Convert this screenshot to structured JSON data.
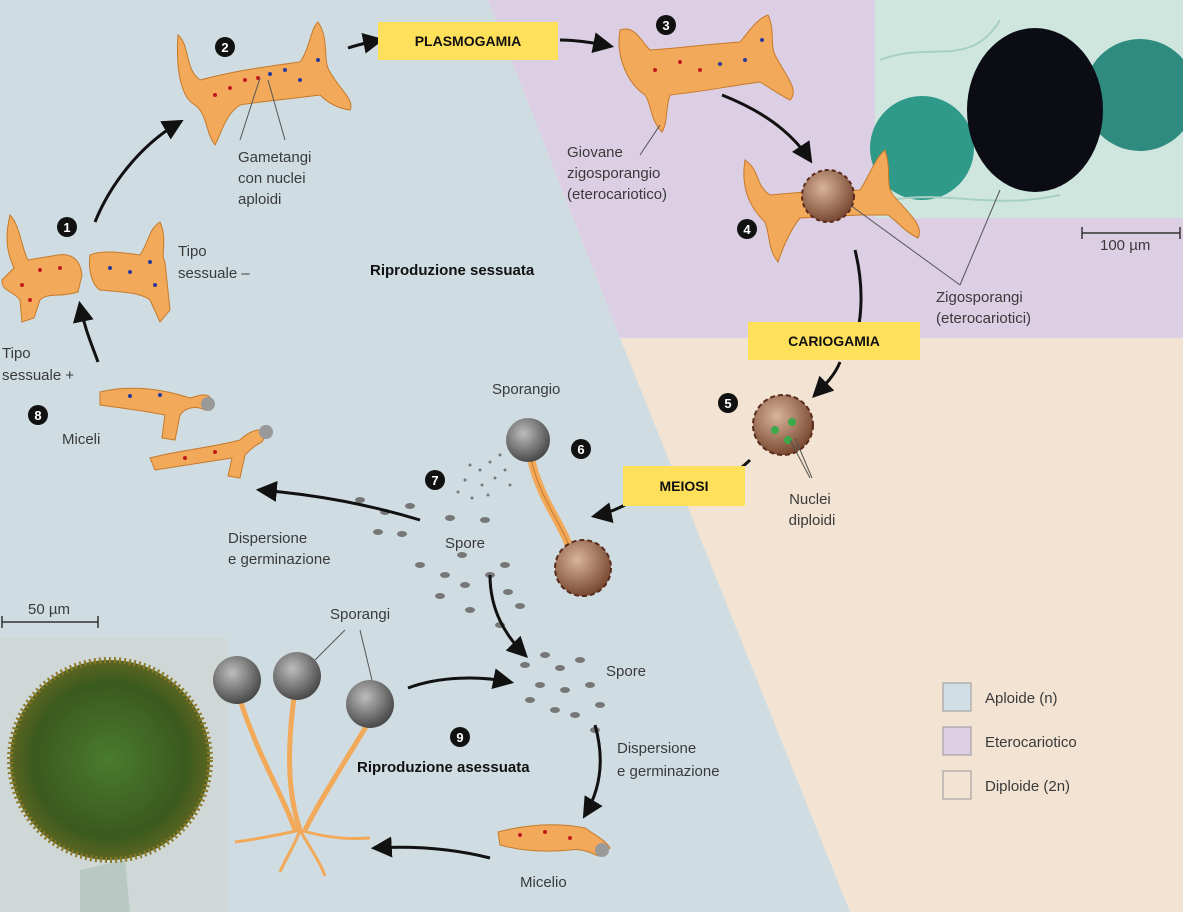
{
  "stages": {
    "s1": "1",
    "s2": "2",
    "s3": "3",
    "s4": "4",
    "s5": "5",
    "s6": "6",
    "s7": "7",
    "s8": "8",
    "s9": "9"
  },
  "processes": {
    "plasmogamy": "PLASMOGAMIA",
    "karyogamy": "CARIOGAMIA",
    "meiosis": "MEIOSI"
  },
  "labels": {
    "gametangia": [
      "Gametangi",
      "con nuclei",
      "aploidi"
    ],
    "mating_minus": [
      "Tipo",
      "sessuale –"
    ],
    "mating_plus": [
      "Tipo",
      "sessuale +"
    ],
    "sexual_reproduction": "Riproduzione sessuata",
    "young_zygosporangium": [
      "Giovane",
      "zigosporangio",
      "(eterocariotico)"
    ],
    "zygosporangia": [
      "Zigosporangi",
      "(eterocariotici)"
    ],
    "diploid_nuclei": [
      "Nuclei",
      "diploidi"
    ],
    "sporangium": "Sporangio",
    "mycelia": "Miceli",
    "dispersal_top": [
      "Dispersione",
      "e germinazione"
    ],
    "spores_top": "Spore",
    "sporangia": "Sporangi",
    "spores_bottom": "Spore",
    "dispersal_bottom": [
      "Dispersione",
      "e germinazione"
    ],
    "asexual_reproduction": "Riproduzione asessuata",
    "mycelium": "Micelio",
    "scale_top": "100 µm",
    "scale_bottom": "50 µm"
  },
  "legend": {
    "items": [
      {
        "label": "Aploide (n)",
        "color": "#cfdfe5"
      },
      {
        "label": "Eterocariotico",
        "color": "#ddd0e5"
      },
      {
        "label": "Diploide (2n)",
        "color": "#f2e3d2"
      }
    ]
  },
  "colors": {
    "haploid_bg": "#cfdde3",
    "heterokaryotic_bg": "#dccfe4",
    "diploid_bg": "#f2e3d2",
    "hypha": "#f2a95a",
    "highlight": "#ffe05a"
  }
}
